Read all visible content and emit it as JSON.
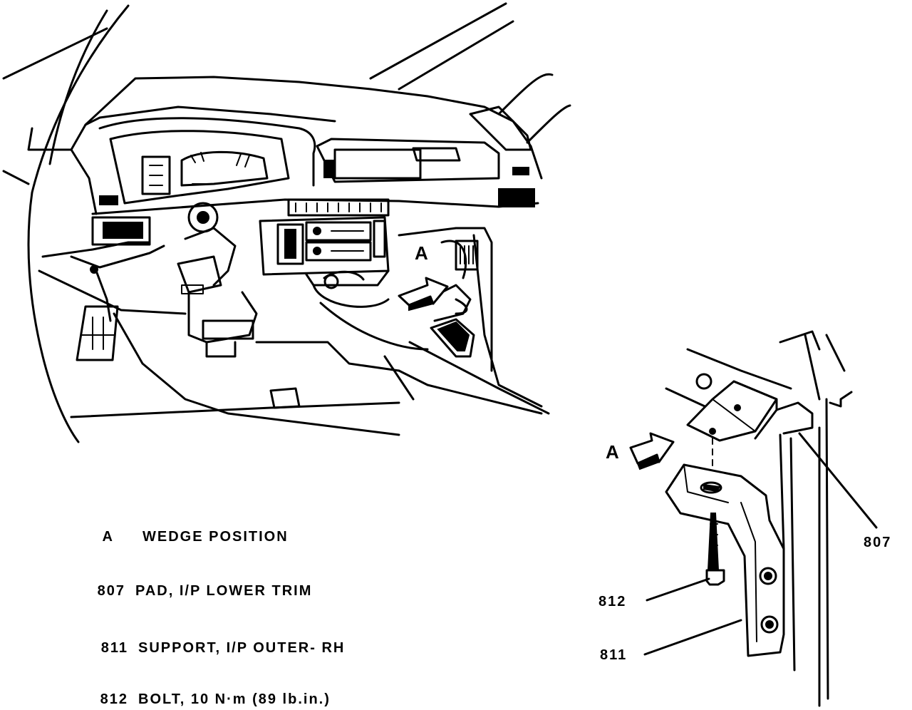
{
  "diagram": {
    "view_label": "A",
    "detail_label": "A",
    "callouts": {
      "c807": "807",
      "c812": "812",
      "c811": "811"
    }
  },
  "legend": [
    {
      "key": "A",
      "text": "WEDGE POSITION"
    },
    {
      "key": "807",
      "text": "PAD, I/P LOWER TRIM"
    },
    {
      "key": "811",
      "text": "SUPPORT, I/P OUTER- RH"
    },
    {
      "key": "812",
      "text": "BOLT, 10 N·m (89 lb.in.)"
    }
  ]
}
